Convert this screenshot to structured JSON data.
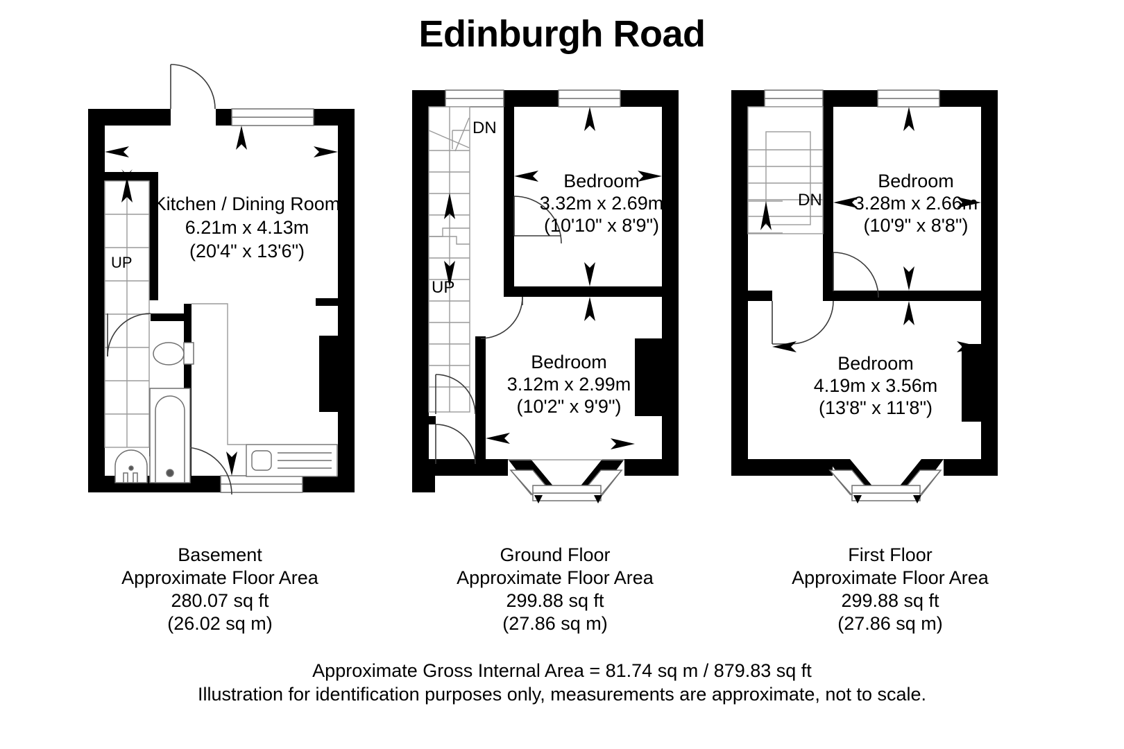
{
  "title": "Edinburgh Road",
  "floors": [
    {
      "id": "basement",
      "name": "Basement",
      "area_label": "Approximate Floor Area",
      "area_sqft": "280.07 sq ft",
      "area_sqm": "(26.02 sq m)",
      "stair_labels": [
        "UP"
      ],
      "rooms": [
        {
          "name": "Kitchen / Dining Room",
          "dim_metric": "6.21m x 4.13m",
          "dim_imperial": "(20'4\" x 13'6\")"
        }
      ],
      "fixtures": [
        "toilet",
        "bath",
        "wash-basin",
        "kitchen-sink"
      ]
    },
    {
      "id": "ground",
      "name": "Ground Floor",
      "area_label": "Approximate Floor Area",
      "area_sqft": "299.88 sq ft",
      "area_sqm": "(27.86 sq m)",
      "stair_labels": [
        "DN",
        "UP"
      ],
      "rooms": [
        {
          "name": "Bedroom",
          "dim_metric": "3.32m x 2.69m",
          "dim_imperial": "(10'10\" x 8'9\")"
        },
        {
          "name": "Bedroom",
          "dim_metric": "3.12m x 2.99m",
          "dim_imperial": "(10'2\" x 9'9\")"
        }
      ],
      "fixtures": [
        "bay-window"
      ]
    },
    {
      "id": "first",
      "name": "First Floor",
      "area_label": "Approximate Floor Area",
      "area_sqft": "299.88 sq ft",
      "area_sqm": "(27.86 sq m)",
      "stair_labels": [
        "DN"
      ],
      "rooms": [
        {
          "name": "Bedroom",
          "dim_metric": "3.28m x 2.66m",
          "dim_imperial": "(10'9\" x 8'8\")"
        },
        {
          "name": "Bedroom",
          "dim_metric": "4.19m x 3.56m",
          "dim_imperial": "(13'8\" x 11'8\")"
        }
      ],
      "fixtures": [
        "bay-window"
      ]
    }
  ],
  "footer": {
    "line1": "Approximate Gross Internal Area = 81.74 sq m / 879.83 sq ft",
    "line2": "Illustration for identification purposes only, measurements are approximate, not to scale."
  },
  "colors": {
    "wall": "#000000",
    "background": "#ffffff",
    "text": "#000000",
    "thin_line": "#9a9a9a"
  }
}
